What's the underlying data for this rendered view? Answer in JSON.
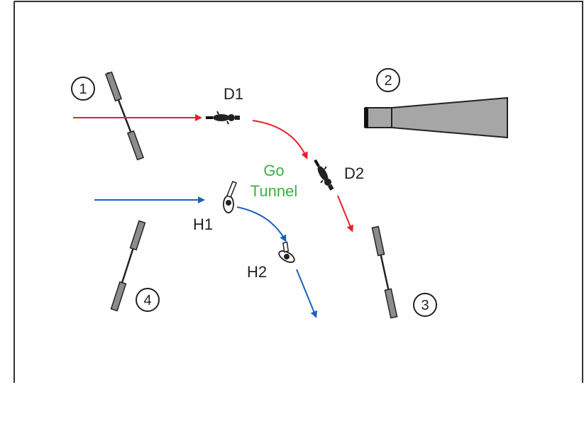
{
  "diagram": {
    "obstacles": [
      {
        "number": "1",
        "kind": "jump"
      },
      {
        "number": "2",
        "kind": "tunnel"
      },
      {
        "number": "3",
        "kind": "jump"
      },
      {
        "number": "4",
        "kind": "jump"
      }
    ],
    "handlers": {
      "d1": "D1",
      "d2": "D2",
      "h1": "H1",
      "h2": "H2"
    },
    "cue": {
      "line1": "Go",
      "line2": "Tunnel"
    },
    "colors": {
      "dog_path": "#e8202a",
      "handler_path": "#1f5fbf",
      "cue_text": "#3cb043",
      "tunnel_fill": "#a6a6a6",
      "frame": "#333333"
    }
  }
}
